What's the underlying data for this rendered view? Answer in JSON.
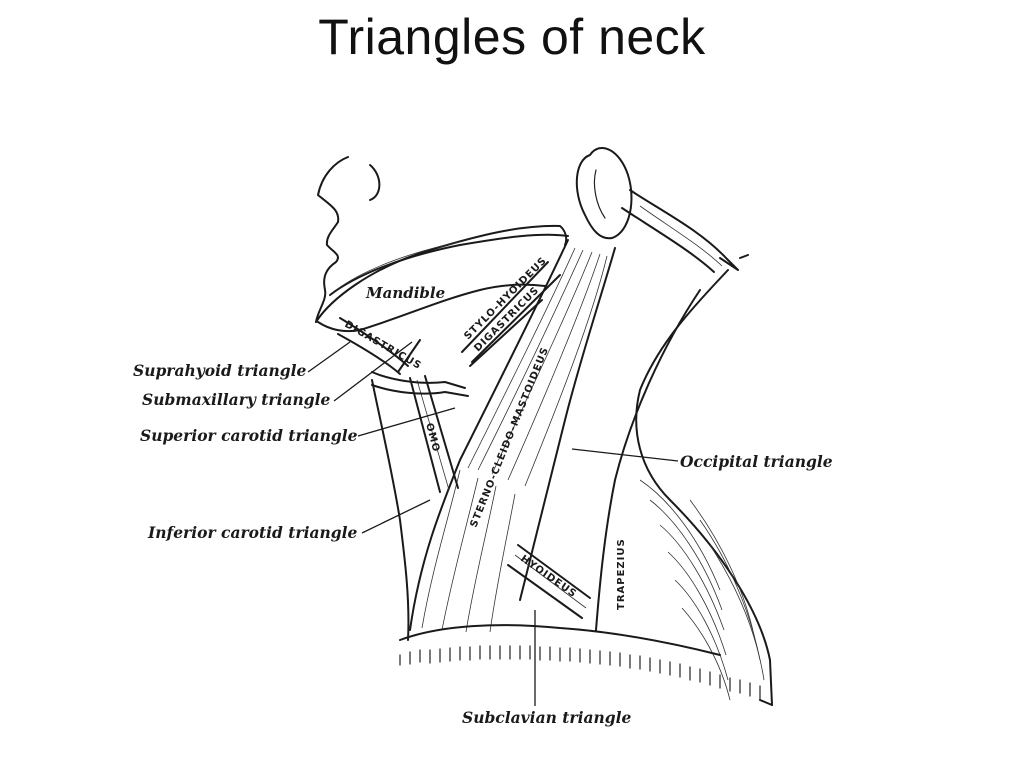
{
  "slide": {
    "title": "Triangles of neck"
  },
  "labels": {
    "mandible": "Mandible",
    "suprahyoid": "Suprahyoid triangle",
    "submaxillary": "Submaxillary triangle",
    "superior_carotid": "Superior carotid triangle",
    "inferior_carotid": "Inferior carotid triangle",
    "occipital": "Occipital triangle",
    "subclavian": "Subclavian triangle"
  },
  "muscles": {
    "stylohyoideus": "STYLO-HYOIDEUS",
    "digastricus_post": "DIGASTRICUS",
    "digastricus_ant": "DIGASTRICUS",
    "omo_upper": "OMO",
    "sternocleidomastoideus": "STERNO-CLEIDO-MASTOIDEUS",
    "trapezius": "TRAPEZIUS",
    "omohyoideus_lower": "HYOIDEUS"
  }
}
